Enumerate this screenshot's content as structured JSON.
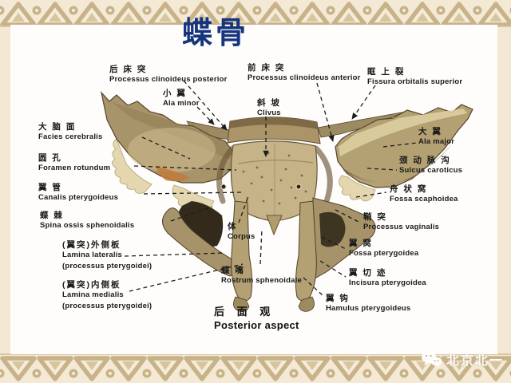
{
  "slide": {
    "title": "蝶骨",
    "watermark": "北京北一"
  },
  "figure": {
    "caption_zh": "后 面 观",
    "caption_la": "Posterior aspect"
  },
  "labels": [
    {
      "zh": "后 床 突",
      "la": "Processus clinoideus posterior"
    },
    {
      "zh": "前 床 突",
      "la": "Processus clinoideus anterior"
    },
    {
      "zh": "眶 上 裂",
      "la": "Fissura orbitalis superior"
    },
    {
      "zh": "小  翼",
      "la": "Ala minor"
    },
    {
      "zh": "斜  坡",
      "la": "Clivus"
    },
    {
      "zh": "大 脑 面",
      "la": "Facies cerebralis"
    },
    {
      "zh": "大  翼",
      "la": "Ala major"
    },
    {
      "zh": "圆  孔",
      "la": "Foramen rotundum"
    },
    {
      "zh": "颈 动 脉 沟",
      "la": "Sulcus caroticus"
    },
    {
      "zh": "翼  管",
      "la": "Canalis pterygoideus"
    },
    {
      "zh": "舟 状 窝",
      "la": "Fossa scaphoidea"
    },
    {
      "zh": "蝶  棘",
      "la": "Spina ossis sphenoidalis"
    },
    {
      "zh": "体",
      "la": "Corpus"
    },
    {
      "zh": "鞘  突",
      "la": "Processus vaginalis"
    },
    {
      "zh": "(翼突)外侧板",
      "la": "Lamina lateralis",
      "la2": "(processus pterygoidei)"
    },
    {
      "zh": "翼  窝",
      "la": "Fossa pterygoidea"
    },
    {
      "zh": "蝶  嘴",
      "la": "Rostrum sphenoidale"
    },
    {
      "zh": "翼 切 迹",
      "la": "Incisura pterygoidea"
    },
    {
      "zh": "(翼突)内侧板",
      "la": "Lamina medialis",
      "la2": "(processus pterygoidei)"
    },
    {
      "zh": "翼  钩",
      "la": "Hamulus pterygoideus"
    }
  ],
  "colors": {
    "title": "#16357d",
    "page_bg": "#f2e8d3",
    "border_motif": "#c8b28a",
    "bone_base": "#ac996d",
    "bone_shadow": "#6f5d3e",
    "bone_highlight": "#e4d6ae",
    "label_text": "#1a1a1a"
  }
}
